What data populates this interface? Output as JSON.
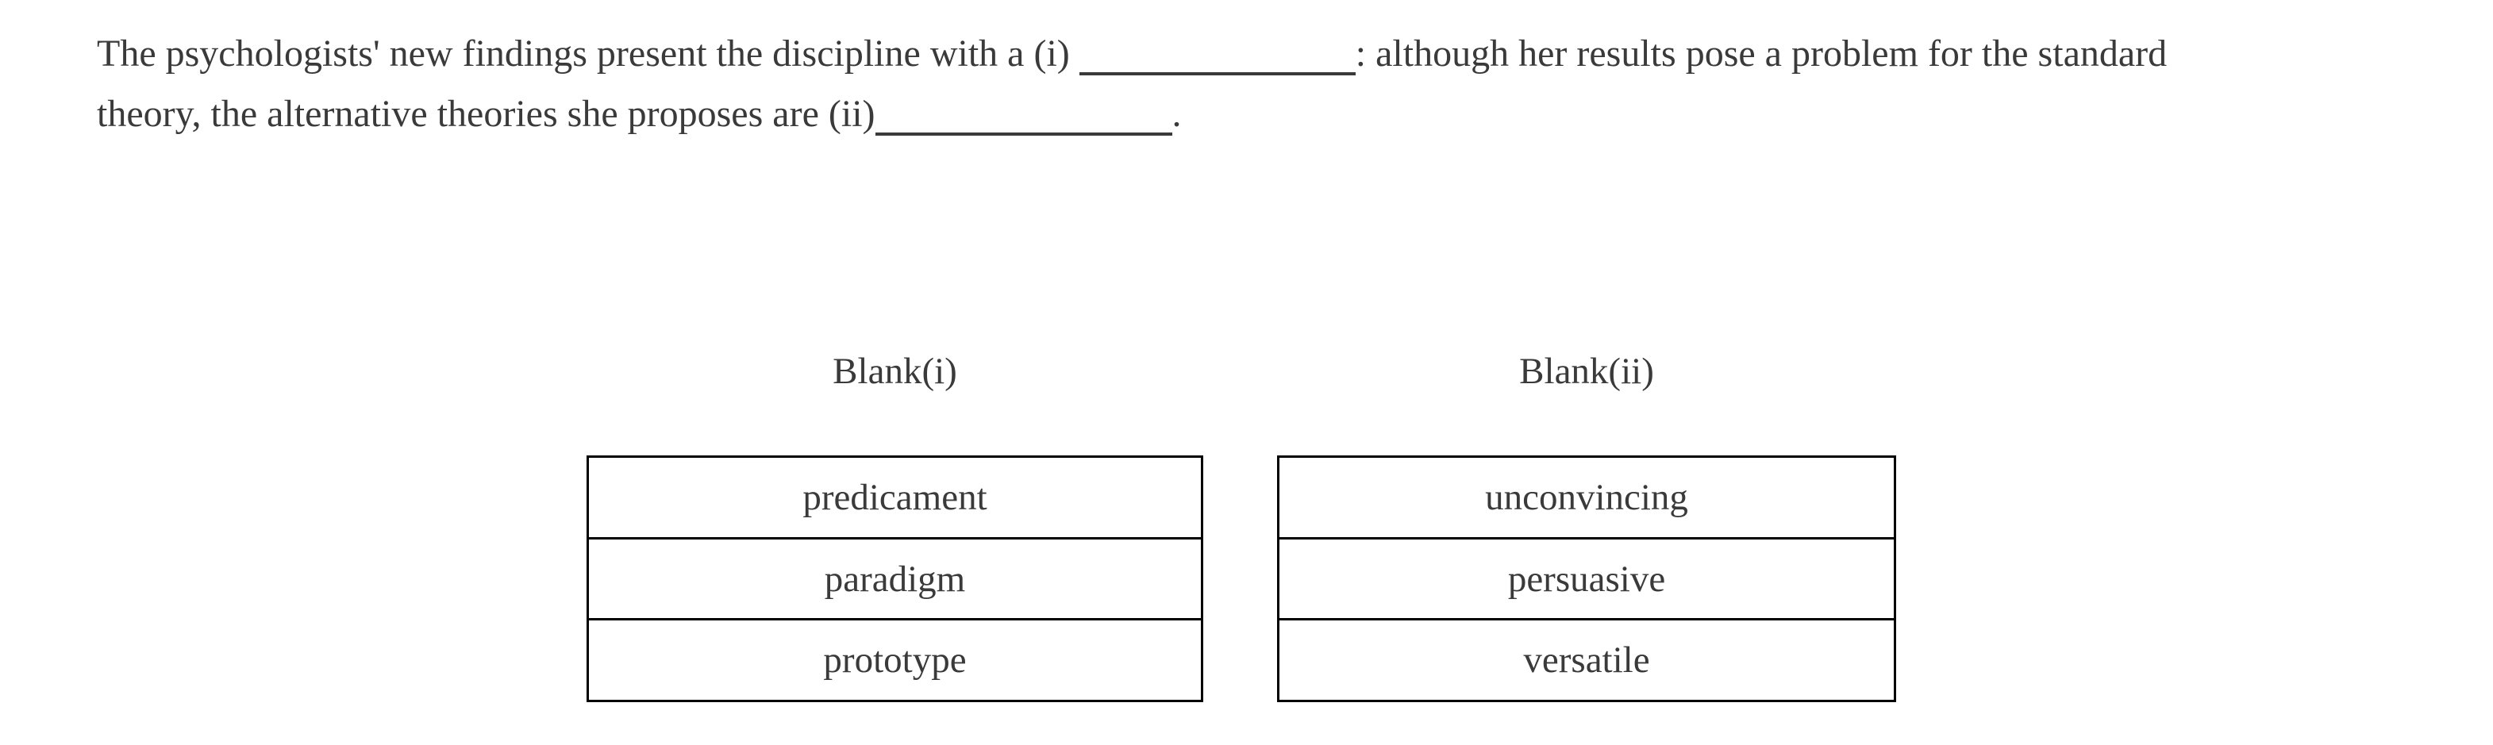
{
  "question": {
    "line1_pre": "The psychologists' new findings present the discipline with a (i) ",
    "line1_post": ": although her results pose a problem for the standard",
    "line2_pre": "theory, the alternative theories she proposes are (ii)",
    "line2_post": "."
  },
  "blanks": [
    {
      "label": "Blank(i)",
      "options": [
        "predicament",
        "paradigm",
        "prototype"
      ]
    },
    {
      "label": "Blank(ii)",
      "options": [
        "unconvincing",
        "persuasive",
        "versatile"
      ]
    }
  ],
  "colors": {
    "text": "#3a3a3a",
    "table_border": "#000000",
    "background": "#ffffff"
  }
}
